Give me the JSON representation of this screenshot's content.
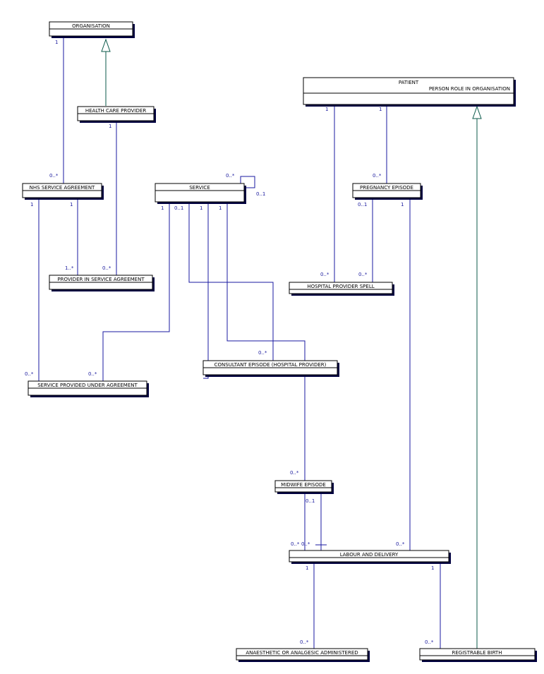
{
  "classes": {
    "organisation": {
      "name": "ORGANISATION"
    },
    "health_care_provider": {
      "name": "HEALTH CARE PROVIDER"
    },
    "patient": {
      "name": "PATIENT",
      "subtitle": "PERSON ROLE IN ORGANISATION"
    },
    "nhs_service_agreement": {
      "name": "NHS SERVICE AGREEMENT"
    },
    "service": {
      "name": "SERVICE"
    },
    "pregnancy_episode": {
      "name": "PREGNANCY EPISODE"
    },
    "provider_in_service_agreement": {
      "name": "PROVIDER IN SERVICE AGREEMENT"
    },
    "hospital_provider_spell": {
      "name": "HOSPITAL PROVIDER SPELL"
    },
    "consultant_episode": {
      "name": "CONSULTANT EPISODE (HOSPITAL PROVIDER)"
    },
    "service_provided_under_agreement": {
      "name": "SERVICE PROVIDED UNDER AGREEMENT"
    },
    "midwife_episode": {
      "name": "MIDWIFE EPISODE"
    },
    "labour_and_delivery": {
      "name": "LABOUR AND DELIVERY"
    },
    "anaesthetic_or_analgesic_administered": {
      "name": "ANAESTHETIC OR ANALGESIC ADMINISTERED"
    },
    "registrable_birth": {
      "name": "REGISTRABLE BIRTH"
    }
  },
  "multiplicities": {
    "org_to_nhs_src": "1",
    "org_to_nhs_dst": "0..*",
    "hcp_to_pisa_src": "1",
    "hcp_to_pisa_dst": "0..*",
    "service_self_a": "0..*",
    "service_self_b": "0..1",
    "nhs_left": "1",
    "nhs_right": "1",
    "pisa_from_nhs": "1..*",
    "service_a": "1",
    "service_b": "0..1",
    "service_c": "1",
    "service_d": "1",
    "patient_left": "1",
    "patient_right": "1",
    "preg_from_patient": "0..*",
    "preg_a": "0..1",
    "preg_b": "1",
    "spell_from_patient": "0..*",
    "spell_from_preg": "0..*",
    "consultant_from_service": "0..*",
    "spua_from_nhs": "0..*",
    "spua_from_service": "0..*",
    "midwife_from_service": "0..*",
    "midwife_down": "0..1",
    "lad_from_service": "0..*",
    "lad_from_midwife": "0..*",
    "lad_from_preg": "0..*",
    "lad_left": "1",
    "lad_right": "1",
    "anaesthetic_from_lad": "0..*",
    "birth_from_lad": "0..*"
  }
}
